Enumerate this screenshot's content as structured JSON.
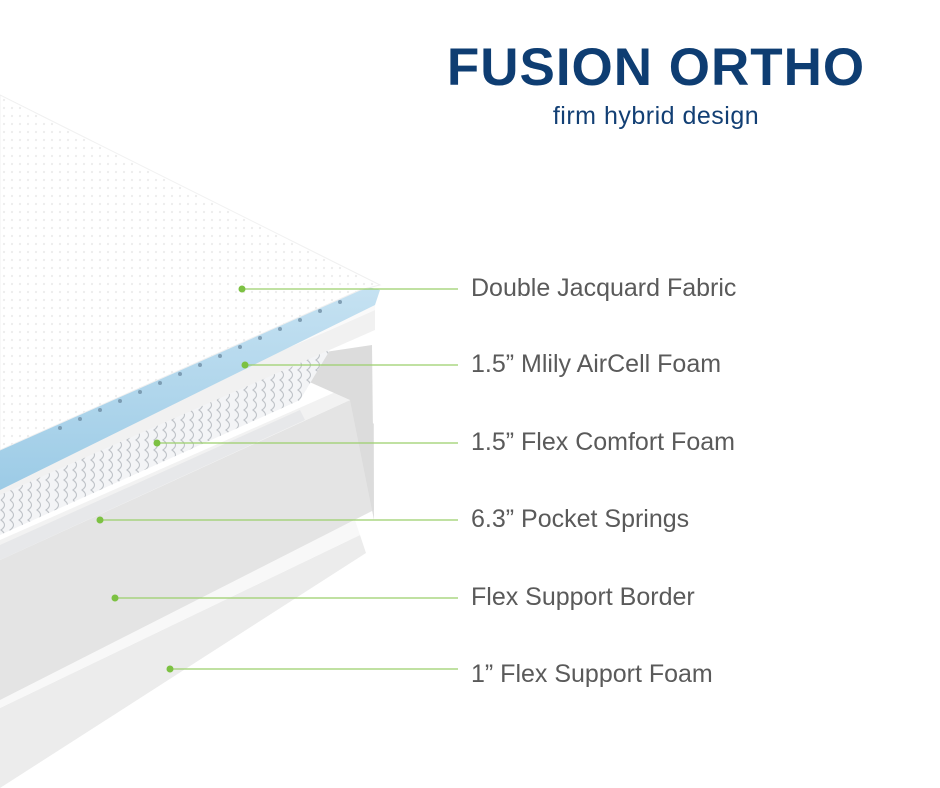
{
  "header": {
    "title": "FUSION ORTHO",
    "subtitle": "firm hybrid design"
  },
  "colors": {
    "title": "#0e3d72",
    "leader_line": "#9bcf6b",
    "leader_dot": "#7cc142",
    "gel_foam": "#a9cfe6",
    "label_text": "#5a5a5a"
  },
  "layers": [
    {
      "label": "Double Jacquard Fabric"
    },
    {
      "label": "1.5” Mlily AirCell Foam"
    },
    {
      "label": "1.5” Flex Comfort Foam"
    },
    {
      "label": "6.3” Pocket Springs"
    },
    {
      "label": "Flex Support Border"
    },
    {
      "label": "1” Flex Support Foam"
    }
  ]
}
